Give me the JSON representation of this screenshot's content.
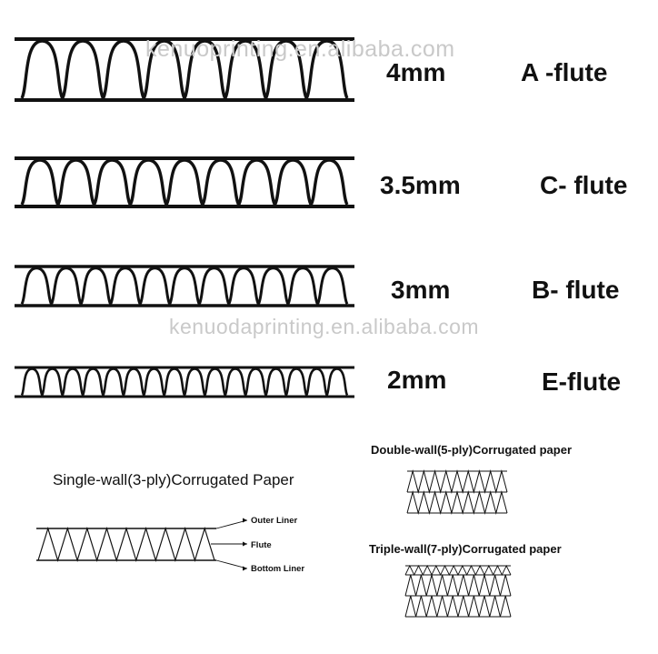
{
  "watermarks": [
    "kenuoprinting.en.alibaba.com",
    "kenuodaprinting.en.alibaba.com"
  ],
  "flutes": [
    {
      "size": "4mm",
      "name": "A -flute",
      "count": 8
    },
    {
      "size": "3.5mm",
      "name": "C- flute",
      "count": 9
    },
    {
      "size": "3mm",
      "name": "B- flute",
      "count": 11
    },
    {
      "size": "2mm",
      "name": "E-flute",
      "count": 16
    }
  ],
  "single_wall": {
    "title": "Single-wall(3-ply)Corrugated Paper",
    "labels": {
      "outer": "Outer Liner",
      "flute": "Flute",
      "bottom": "Bottom Liner"
    }
  },
  "double_wall": {
    "title": "Double-wall(5-ply)Corrugated paper"
  },
  "triple_wall": {
    "title": "Triple-wall(7-ply)Corrugated paper"
  }
}
